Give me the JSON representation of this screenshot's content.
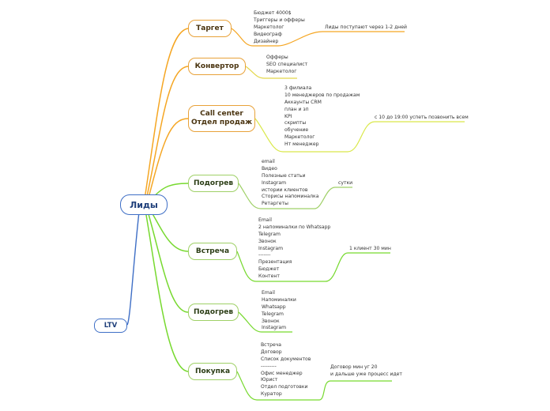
{
  "root": {
    "label": "Лиды"
  },
  "ltv": {
    "label": "LTV"
  },
  "colors": {
    "orange": "#f5a623",
    "green": "#77d92f",
    "yellow": "#d9e84a",
    "blue": "#3f6fc6"
  },
  "branches": [
    {
      "label": "Таргет",
      "items": [
        "Бюджет 4000$",
        "Триггеры и офферы",
        "Маркетолог",
        "Видеограф",
        "Дизайнер"
      ],
      "note": "Лиды поступают через 1-2 дней"
    },
    {
      "label": "Конвертор",
      "items": [
        "Офферы",
        "SEO специалист",
        "Маркетолог"
      ],
      "note": ""
    },
    {
      "label_lines": [
        "Call center",
        "Отдел продаж"
      ],
      "items": [
        "3 филиала",
        "10 менеджеров по продажам",
        "Аккаунты CRM",
        "план и зп",
        "KPI",
        "скрипты",
        "обучение",
        "Маркетолог",
        "Нт менеджер"
      ],
      "note": "с 10 до 19:00 успеть позвонить всем"
    },
    {
      "label": "Подогрев",
      "items": [
        "email",
        "Видео",
        "Полезные статьи",
        "Instagram",
        "истории клиентов",
        "Сторисы напоминалка",
        "Ретаргеты"
      ],
      "note": "сутки"
    },
    {
      "label": "Встреча",
      "items": [
        "Email",
        "2 напоминалки по Whatsapp",
        "Telegram",
        "Звонок",
        "Instagram",
        "-------",
        "Презентация",
        "Бюджет",
        "Контент"
      ],
      "note": "1 клиент 30 мин"
    },
    {
      "label": "Подогрев",
      "items": [
        "Email",
        "Напоминалки",
        "Whatsapp",
        "Telegram",
        "Звонок",
        "Instagram"
      ],
      "note": ""
    },
    {
      "label": "Покупка",
      "items": [
        "Встреча",
        "Договор",
        "Список документов",
        "---------",
        "Офис менеджер",
        "Юрист",
        "Отдел подготовки",
        "Куратор"
      ],
      "note_lines": [
        "Договор мин уг 20",
        "и дальше уже процесс идет"
      ]
    }
  ]
}
